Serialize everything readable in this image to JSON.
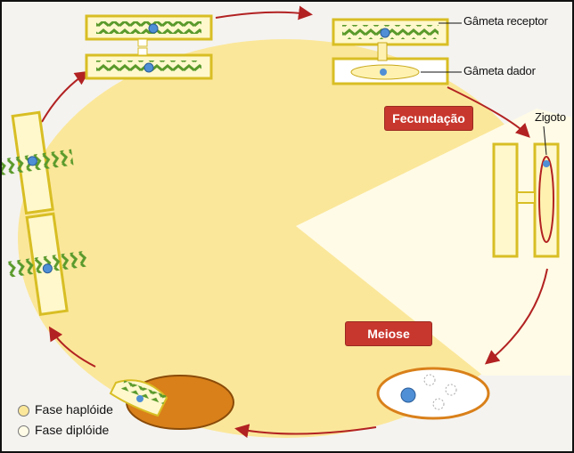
{
  "labels": {
    "gamete_receptor": "Gâmeta receptor",
    "gamete_donor": "Gâmeta dador",
    "zygote": "Zigoto"
  },
  "stages": {
    "fertilization": "Fecundação",
    "meiosis": "Meiose"
  },
  "legend": {
    "haploid": "Fase haplóide",
    "diploid": "Fase diplóide"
  },
  "colors": {
    "haploid": "#fbe79a",
    "diploid": "#fffbe6",
    "stage_tag": "#c8372d",
    "cycle_arrow": "#b22222",
    "cell_wall": "#e2c930",
    "chloroplast": "#6fae3a",
    "nucleus": "#4f8fd6",
    "zygospore": "#d9801a"
  }
}
